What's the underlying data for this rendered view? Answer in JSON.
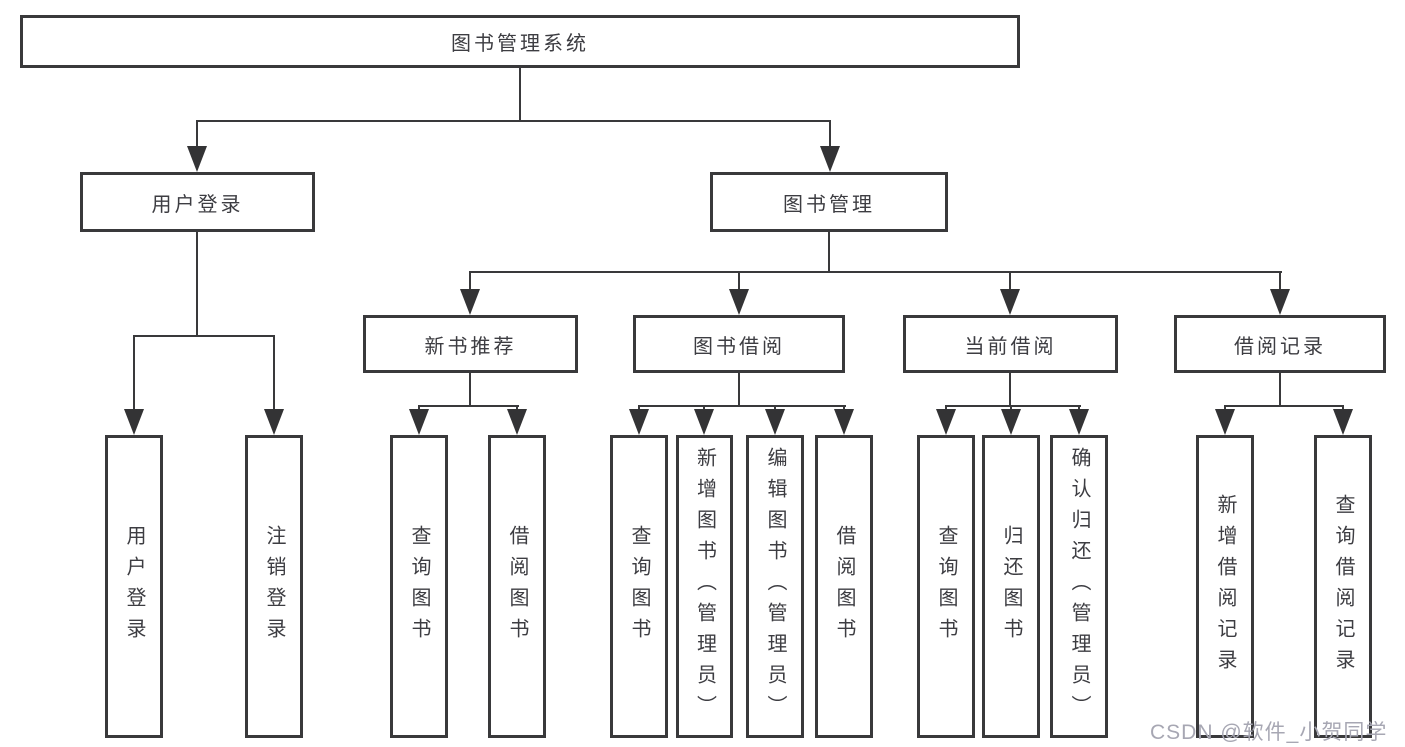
{
  "tree": {
    "root": {
      "label": "图书管理系统"
    },
    "branches": [
      {
        "label": "用户登录",
        "children": [
          {
            "label": "用户登录"
          },
          {
            "label": "注销登录"
          }
        ]
      },
      {
        "label": "图书管理",
        "children": [
          {
            "label": "新书推荐",
            "children": [
              {
                "label": "查询图书"
              },
              {
                "label": "借阅图书"
              }
            ]
          },
          {
            "label": "图书借阅",
            "children": [
              {
                "label": "查询图书"
              },
              {
                "label": "新增图书（管理员）"
              },
              {
                "label": "编辑图书（管理员）"
              },
              {
                "label": "借阅图书"
              }
            ]
          },
          {
            "label": "当前借阅",
            "children": [
              {
                "label": "查询图书"
              },
              {
                "label": "归还图书"
              },
              {
                "label": "确认归还（管理员）"
              }
            ]
          },
          {
            "label": "借阅记录",
            "children": [
              {
                "label": "新增借阅记录"
              },
              {
                "label": "查询借阅记录"
              }
            ]
          }
        ]
      }
    ]
  },
  "watermark": "CSDN @软件_小贺同学",
  "colors": {
    "line": "#39393b",
    "text": "#3d3d42",
    "background": "#ffffff",
    "watermark": "#a7a7b3"
  }
}
